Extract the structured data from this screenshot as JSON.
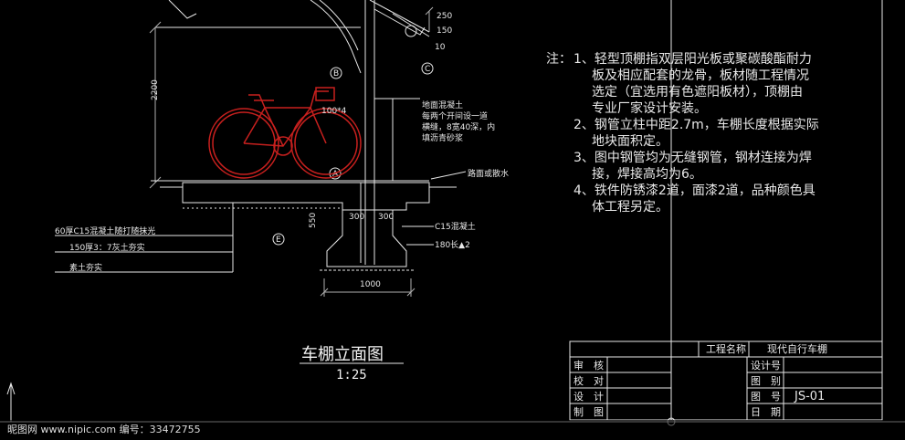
{
  "drawing": {
    "title": "车棚立面图",
    "scale": "1:25",
    "labels": {
      "ground_concrete_1": "地面混凝土",
      "ground_concrete_2": "每两个开间设一道",
      "ground_concrete_3": "横缝，8宽40深，内",
      "ground_concrete_4": "填沥青砂浆",
      "road": "路面或散水",
      "layer1": "60厚C15混凝土随打随抹光",
      "layer2": "150厚3：7灰土夯实",
      "layer3": "素土夯实",
      "c15": "C15混凝土",
      "bar": "180长▲2",
      "pipe": "100*4",
      "dim_height": "2200",
      "dim_width": "1000",
      "dim_550": "550",
      "dim_300a": "300",
      "dim_300b": "300",
      "dim_250": "250",
      "dim_150": "150",
      "dim_10": "10"
    },
    "section_marks": [
      "B",
      "C",
      "A",
      "E"
    ]
  },
  "notes": {
    "prefix": "注：",
    "lines": [
      "1、轻型顶棚指双层阳光板或聚碳酸酯耐力",
      "板及相应配套的龙骨，板材随工程情况",
      "选定（宜选用有色遮阳板材），顶棚由",
      "专业厂家设计安装。",
      "2、钢管立柱中距2.7m，车棚长度根据实际",
      "地块面积定。",
      "3、图中钢管均为无缝钢管，钢材连接为焊",
      "接，焊接高均为6。",
      "4、铁件防锈漆2道，面漆2道，品种颜色具",
      "体工程另定。"
    ]
  },
  "title_block": {
    "project_label": "工程名称",
    "project_name": "现代自行车棚",
    "audit": "审　核",
    "check": "校　对",
    "design": "设　计",
    "draw": "制　图",
    "design_no": "设计号",
    "category": "图　别",
    "sheet_no": "图　号",
    "sheet_value": "JS-01",
    "date": "日　期"
  },
  "watermark": "昵图网 www.nipic.com    编号：33472755",
  "colors": {
    "bg": "#000000",
    "line": "#e8e8e8",
    "bike": "#c8201e",
    "dim": "#b0b0b0"
  }
}
